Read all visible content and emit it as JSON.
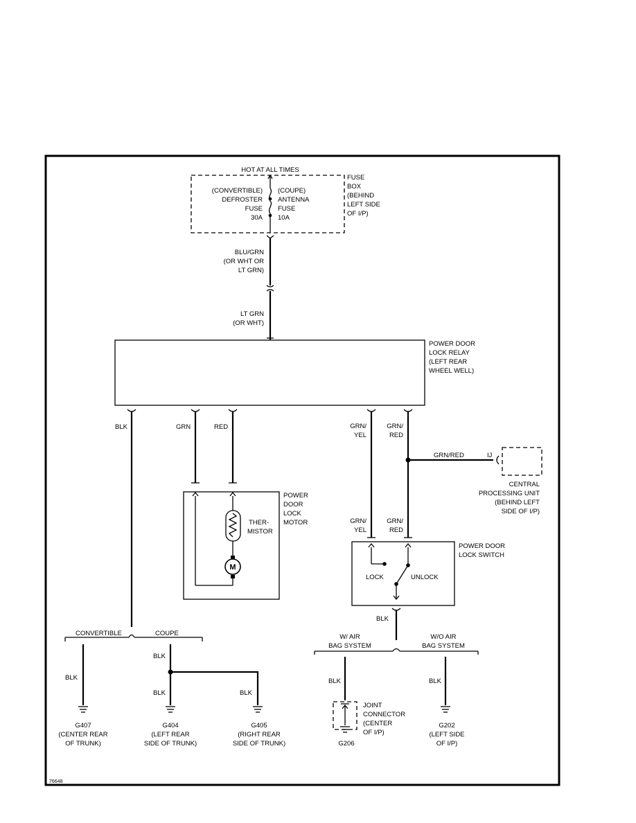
{
  "diagram": {
    "hot_label": "HOT AT ALL TIMES",
    "fuse_box": [
      "FUSE",
      "BOX",
      "(BEHIND",
      "LEFT SIDE",
      "OF I/P)"
    ],
    "fuse_convertible": [
      "(CONVERTIBLE)",
      "DEFROSTER",
      "FUSE",
      "30A"
    ],
    "fuse_coupe": [
      "(COUPE)",
      "ANTENNA",
      "FUSE",
      "10A"
    ],
    "wire_feed_upper": [
      "BLU/GRN",
      "(OR WHT OR",
      "LT GRN)"
    ],
    "wire_feed_lower": [
      "LT GRN",
      "(OR WHT)"
    ],
    "relay": [
      "POWER DOOR",
      "LOCK RELAY",
      "(LEFT REAR",
      "WHEEL WELL)"
    ],
    "wire_blk": "BLK",
    "wire_grn": "GRN",
    "wire_red": "RED",
    "wire_grn_yel": [
      "GRN/",
      "YEL"
    ],
    "wire_grn_red": [
      "GRN/",
      "RED"
    ],
    "wire_grn_red_h": "GRN/RED",
    "cpu_pin": "IJ",
    "cpu": [
      "CENTRAL",
      "PROCESSING UNIT",
      "(BEHIND LEFT",
      "SIDE OF I/P)"
    ],
    "motor_box": [
      "POWER",
      "DOOR",
      "LOCK",
      "MOTOR"
    ],
    "thermistor": [
      "THER-",
      "MISTOR"
    ],
    "motor_symbol": "M",
    "switch_box": [
      "POWER DOOR",
      "LOCK SWITCH"
    ],
    "lock": "LOCK",
    "unlock": "UNLOCK",
    "convertible": "CONVERTIBLE",
    "coupe": "COUPE",
    "w_air": [
      "W/ AIR",
      "BAG SYSTEM"
    ],
    "wo_air": [
      "W/O AIR",
      "BAG SYSTEM"
    ],
    "joint": [
      "JOINT",
      "CONNECTOR",
      "(CENTER",
      "OF I/P)"
    ],
    "g407": [
      "G407",
      "(CENTER REAR",
      "OF TRUNK)"
    ],
    "g404": [
      "G404",
      "(LEFT REAR",
      "SIDE OF TRUNK)"
    ],
    "g405": [
      "G405",
      "(RIGHT REAR",
      "SIDE OF TRUNK)"
    ],
    "g206": "G206",
    "g202": [
      "G202",
      "(LEFT SIDE",
      "OF I/P)"
    ],
    "figure_id": "76648"
  }
}
